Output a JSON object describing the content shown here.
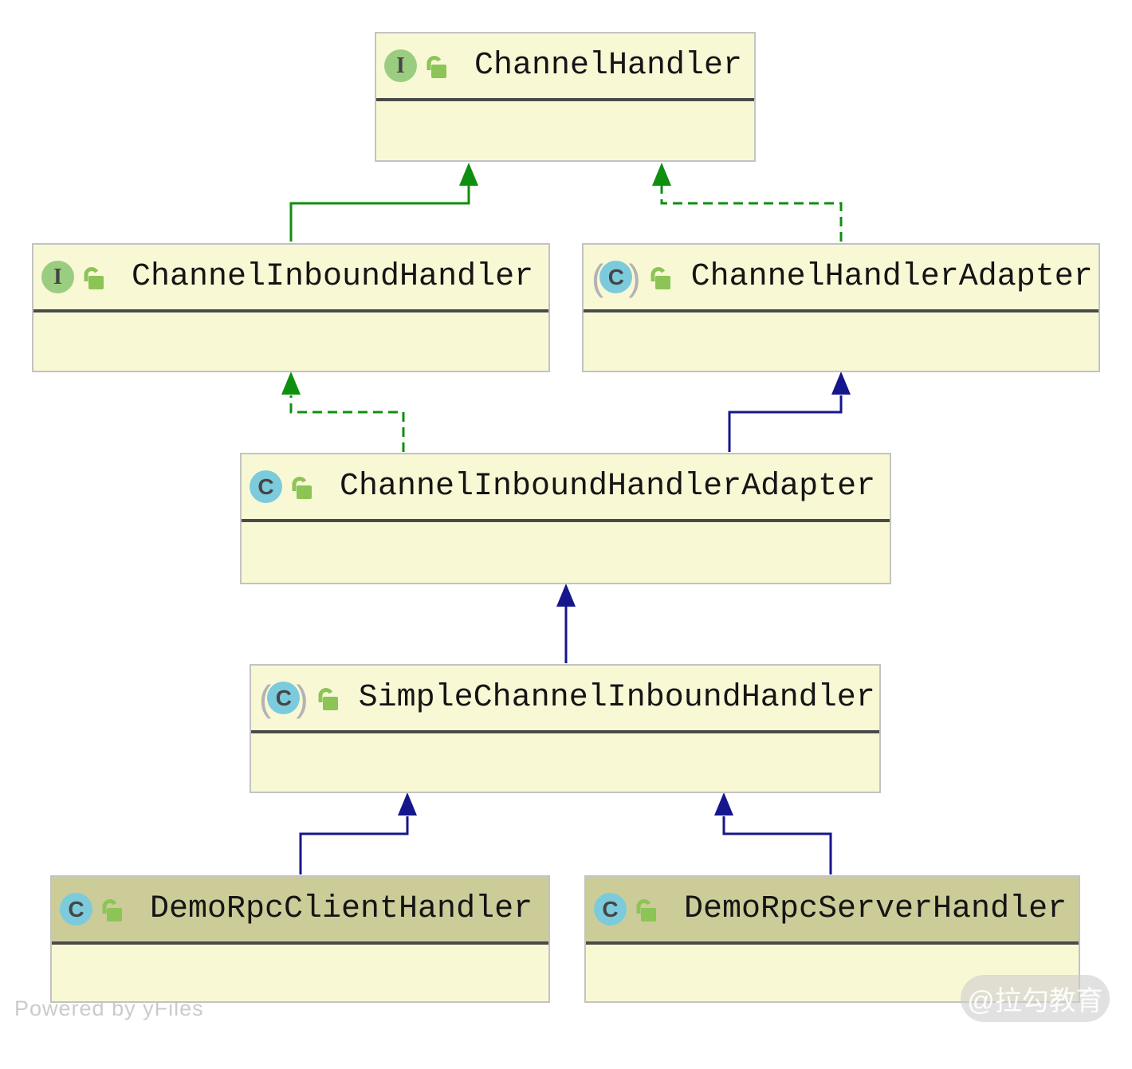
{
  "diagram": {
    "nodes": [
      {
        "name": "ChannelHandler",
        "kind": "interface",
        "icon_letter": "I"
      },
      {
        "name": "ChannelInboundHandler",
        "kind": "interface",
        "icon_letter": "I"
      },
      {
        "name": "ChannelHandlerAdapter",
        "kind": "abstract-class",
        "icon_letter": "C"
      },
      {
        "name": "ChannelInboundHandlerAdapter",
        "kind": "class",
        "icon_letter": "C"
      },
      {
        "name": "SimpleChannelInboundHandler",
        "kind": "abstract-class",
        "icon_letter": "C"
      },
      {
        "name": "DemoRpcClientHandler",
        "kind": "class",
        "icon_letter": "C"
      },
      {
        "name": "DemoRpcServerHandler",
        "kind": "class",
        "icon_letter": "C"
      }
    ],
    "edges": [
      {
        "from": "ChannelInboundHandler",
        "to": "ChannelHandler",
        "relation": "extends",
        "line": "solid",
        "color": "#0F8F0F"
      },
      {
        "from": "ChannelHandlerAdapter",
        "to": "ChannelHandler",
        "relation": "implements",
        "line": "dashed",
        "color": "#0F8F0F"
      },
      {
        "from": "ChannelInboundHandlerAdapter",
        "to": "ChannelInboundHandler",
        "relation": "implements",
        "line": "dashed",
        "color": "#0F8F0F"
      },
      {
        "from": "ChannelInboundHandlerAdapter",
        "to": "ChannelHandlerAdapter",
        "relation": "extends",
        "line": "solid",
        "color": "#16168C"
      },
      {
        "from": "SimpleChannelInboundHandler",
        "to": "ChannelInboundHandlerAdapter",
        "relation": "extends",
        "line": "solid",
        "color": "#16168C"
      },
      {
        "from": "DemoRpcClientHandler",
        "to": "SimpleChannelInboundHandler",
        "relation": "extends",
        "line": "solid",
        "color": "#16168C"
      },
      {
        "from": "DemoRpcServerHandler",
        "to": "SimpleChannelInboundHandler",
        "relation": "extends",
        "line": "solid",
        "color": "#16168C"
      }
    ],
    "icons": {
      "paren_open": "(",
      "paren_close": ")"
    },
    "watermark": "@拉勾教育",
    "attribution": "Powered by yFiles",
    "colors": {
      "node_fill": "#F9F8D5",
      "node_border": "#C3C3C3",
      "separator": "#4A4A4A",
      "demo_header": "#CCCC99",
      "interface_badge": "#9BCD81",
      "class_badge": "#7BCBDC",
      "lock": "#8CC456",
      "edge_green": "#0F8F0F",
      "edge_navy": "#16168C"
    }
  }
}
